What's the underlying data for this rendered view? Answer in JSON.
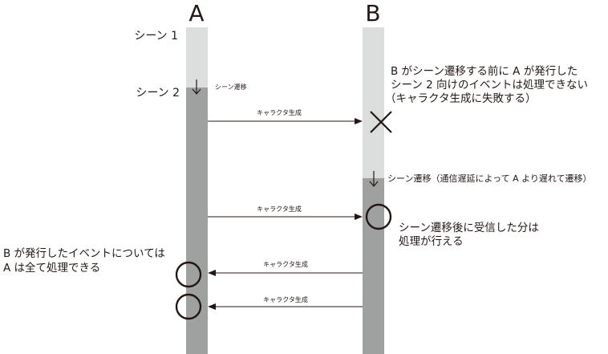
{
  "lanes": {
    "a": {
      "label": "A"
    },
    "b": {
      "label": "B"
    }
  },
  "scenes": {
    "scene1": "シーン 1",
    "scene2": "シーン 2"
  },
  "a_transition": {
    "label": "シーン遷移"
  },
  "b_transition": {
    "label": "シーン遷移（通信遅延によって A より遅れて遷移）"
  },
  "messages": [
    {
      "label": "キャラクタ生成",
      "direction": "A→B",
      "result": "lost"
    },
    {
      "label": "キャラクタ生成",
      "direction": "A→B",
      "result": "received"
    },
    {
      "label": "キャラクタ生成",
      "direction": "B→A",
      "result": "received"
    },
    {
      "label": "キャラクタ生成",
      "direction": "B→A",
      "result": "received"
    }
  ],
  "notes": {
    "lost": [
      "B がシーン遷移する前に A が発行した",
      "シーン 2 向けのイベントは処理できない",
      "（キャラクタ生成に失敗する）"
    ],
    "b_ok": [
      "シーン遷移後に受信した分は",
      "処理が行える"
    ],
    "a_ok": [
      "B が発行したイベントについては",
      "A は全て処理できる"
    ]
  },
  "colors": {
    "scene1": "#dcdddd",
    "scene2": "#9fa0a0",
    "ink": "#231815"
  }
}
